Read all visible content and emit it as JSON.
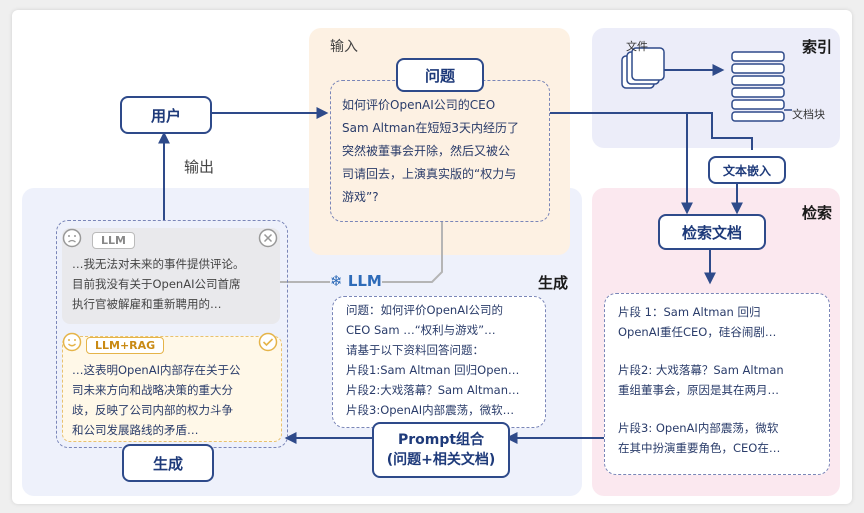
{
  "sections": {
    "input": "输入",
    "index": "索引",
    "retrieve": "检索",
    "generate": "生成",
    "output": "输出"
  },
  "nodes": {
    "user": "用户",
    "question": "问题",
    "file": "文件",
    "doc_chunk": "文档块",
    "text_embed": "文本嵌入",
    "retrieve_docs": "检索文档",
    "llm": "LLM",
    "prompt_line1": "Prompt组合",
    "prompt_line2": "(问题+相关文档)",
    "generate": "生成"
  },
  "question_text": [
    "如何评价OpenAI公司的CEO",
    "Sam Altman在短短3天内经历了",
    "突然被董事会开除，然后又被公",
    "司请回去，上演真实版的“权力与",
    "游戏”?"
  ],
  "prompt_text": [
    "问题：如何评价OpenAI公司的",
    "CEO Sam …“权利与游戏”…",
    "请基于以下资料回答问题：",
    "片段1:Sam Altman 回归Open…",
    "片段2:大戏落幕？Sam Altman…",
    "片段3:OpenAI内部震荡，微软…"
  ],
  "chunks": [
    [
      "片段 1：Sam Altman 回归",
      "OpenAI重任CEO，硅谷闹剧…"
    ],
    [
      "片段2: 大戏落幕？Sam Altman",
      "重组董事会，原因是其在两月…"
    ],
    [
      "片段3: OpenAI内部震荡，微软",
      "在其中扮演重要角色，CEO在…"
    ]
  ],
  "llm_answer": {
    "tag": "LLM",
    "lines": [
      "…我无法对未来的事件提供评论。",
      "目前我没有关于OpenAI公司首席",
      "执行官被解雇和重新聘用的…"
    ]
  },
  "rag_answer": {
    "tag": "LLM+RAG",
    "lines": [
      "…这表明OpenAI内部存在关于公",
      "司未来方向和战略决策的重大分",
      "歧，反映了公司内部的权力斗争",
      "和公司发展路线的矛盾…"
    ]
  },
  "colors": {
    "accent": "#2e4a8a",
    "input_bg": "#fdf1e3",
    "index_bg": "#ecedf9",
    "retrieve_bg": "#fbe8ef",
    "generate_bg": "#eef1fb",
    "rag_accent": "#e5b44a"
  },
  "icons": [
    "sad-face-icon",
    "cross-icon",
    "happy-face-icon",
    "check-icon",
    "snowflake-icon",
    "file-stack-icon",
    "database-stack-icon"
  ]
}
